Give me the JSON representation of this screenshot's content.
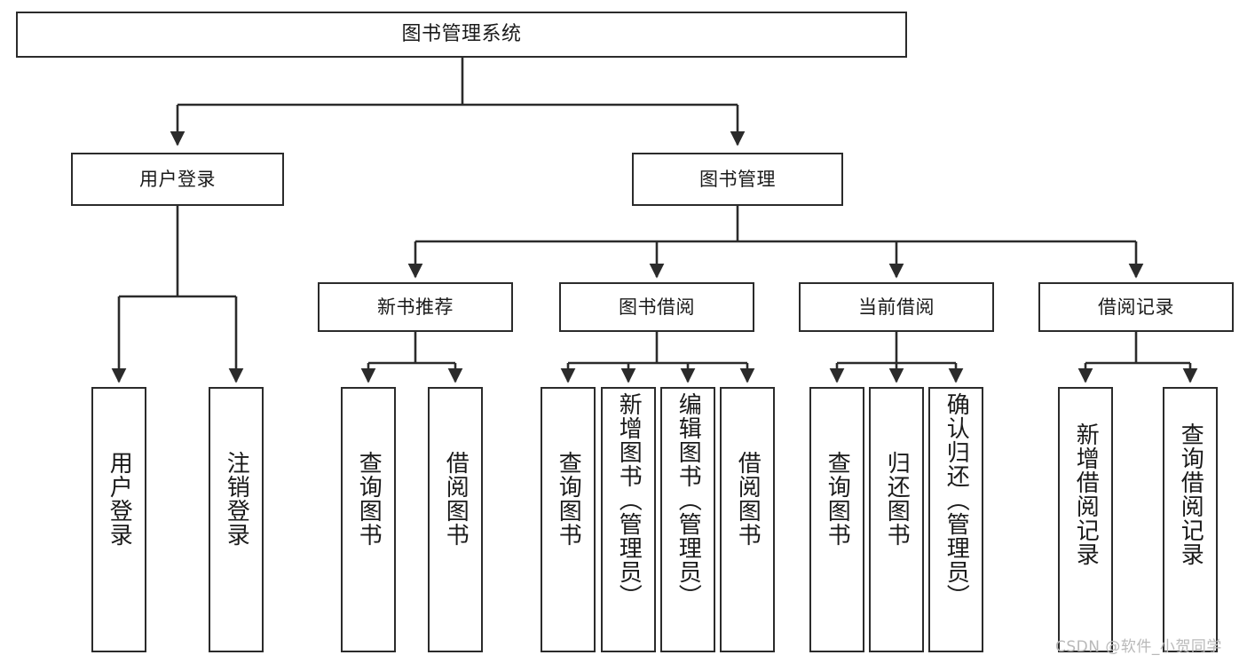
{
  "diagram": {
    "title": "图书管理系统",
    "type": "tree",
    "colors": {
      "border": "#2b2b2b",
      "background": "#ffffff",
      "text": "#1a1a1a",
      "watermark": "#b9b9b9"
    },
    "watermark": "CSDN @软件_小贺同学"
  },
  "nodes": {
    "root": {
      "label": "图书管理系统",
      "level": 1
    },
    "level2": [
      {
        "id": "user-login",
        "label": "用户登录"
      },
      {
        "id": "book-manage",
        "label": "图书管理"
      }
    ],
    "level3": [
      {
        "id": "new-book-recommend",
        "label": "新书推荐",
        "parent": "book-manage"
      },
      {
        "id": "book-borrow",
        "label": "图书借阅",
        "parent": "book-manage"
      },
      {
        "id": "current-borrow",
        "label": "当前借阅",
        "parent": "book-manage"
      },
      {
        "id": "borrow-record",
        "label": "借阅记录",
        "parent": "book-manage"
      }
    ],
    "leaves": {
      "user_login": [
        {
          "id": "leaf-user-login",
          "label": "用户登录"
        },
        {
          "id": "leaf-logout",
          "label": "注销登录"
        }
      ],
      "new_book_recommend": [
        {
          "id": "leaf-query-book-1",
          "label": "查询图书"
        },
        {
          "id": "leaf-borrow-book-1",
          "label": "借阅图书"
        }
      ],
      "book_borrow": [
        {
          "id": "leaf-query-book-2",
          "label": "查询图书"
        },
        {
          "id": "leaf-add-book",
          "label": "新增图书（管理员）"
        },
        {
          "id": "leaf-edit-book",
          "label": "编辑图书（管理员）"
        },
        {
          "id": "leaf-borrow-book-2",
          "label": "借阅图书"
        }
      ],
      "current_borrow": [
        {
          "id": "leaf-query-book-3",
          "label": "查询图书"
        },
        {
          "id": "leaf-return-book",
          "label": "归还图书"
        },
        {
          "id": "leaf-confirm-return",
          "label": "确认归还（管理员）"
        }
      ],
      "borrow_record": [
        {
          "id": "leaf-add-record",
          "label": "新增借阅记录"
        },
        {
          "id": "leaf-query-record",
          "label": "查询借阅记录"
        }
      ]
    }
  }
}
